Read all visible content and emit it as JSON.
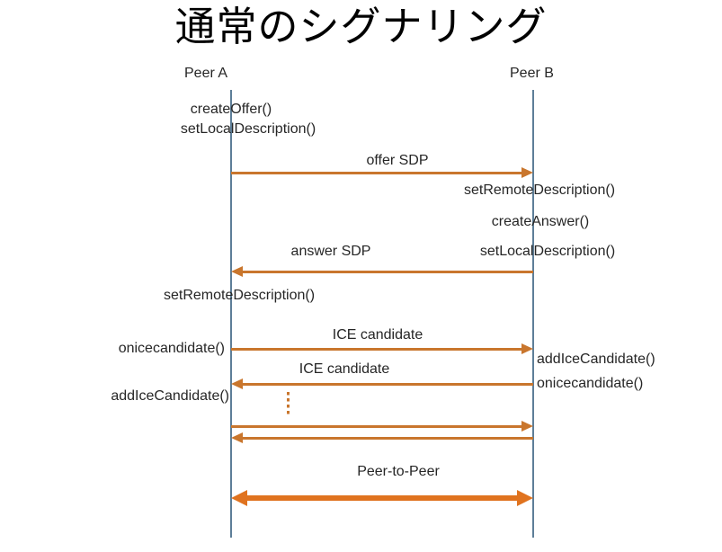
{
  "title": "通常のシグナリング",
  "peers": {
    "a": "Peer A",
    "b": "Peer B"
  },
  "peer_a_calls": {
    "create_offer": "createOffer()",
    "set_local_description": "setLocalDescription()",
    "set_remote_description": "setRemoteDescription()",
    "onicecandidate": "onicecandidate()",
    "add_ice_candidate": "addIceCandidate()"
  },
  "peer_b_calls": {
    "set_remote_description": "setRemoteDescription()",
    "create_answer": "createAnswer()",
    "set_local_description": "setLocalDescription()",
    "add_ice_candidate": "addIceCandidate()",
    "onicecandidate": "onicecandidate()"
  },
  "messages": {
    "offer_sdp": "offer SDP",
    "answer_sdp": "answer SDP",
    "ice_candidate_a_to_b": "ICE candidate",
    "ice_candidate_b_to_a": "ICE candidate",
    "peer_to_peer": "Peer-to-Peer"
  },
  "colors": {
    "arrow": "#C9762D",
    "arrow_bold": "#E0731F",
    "lifeline": "#5D7E98",
    "text": "#262626",
    "title": "#000000"
  }
}
